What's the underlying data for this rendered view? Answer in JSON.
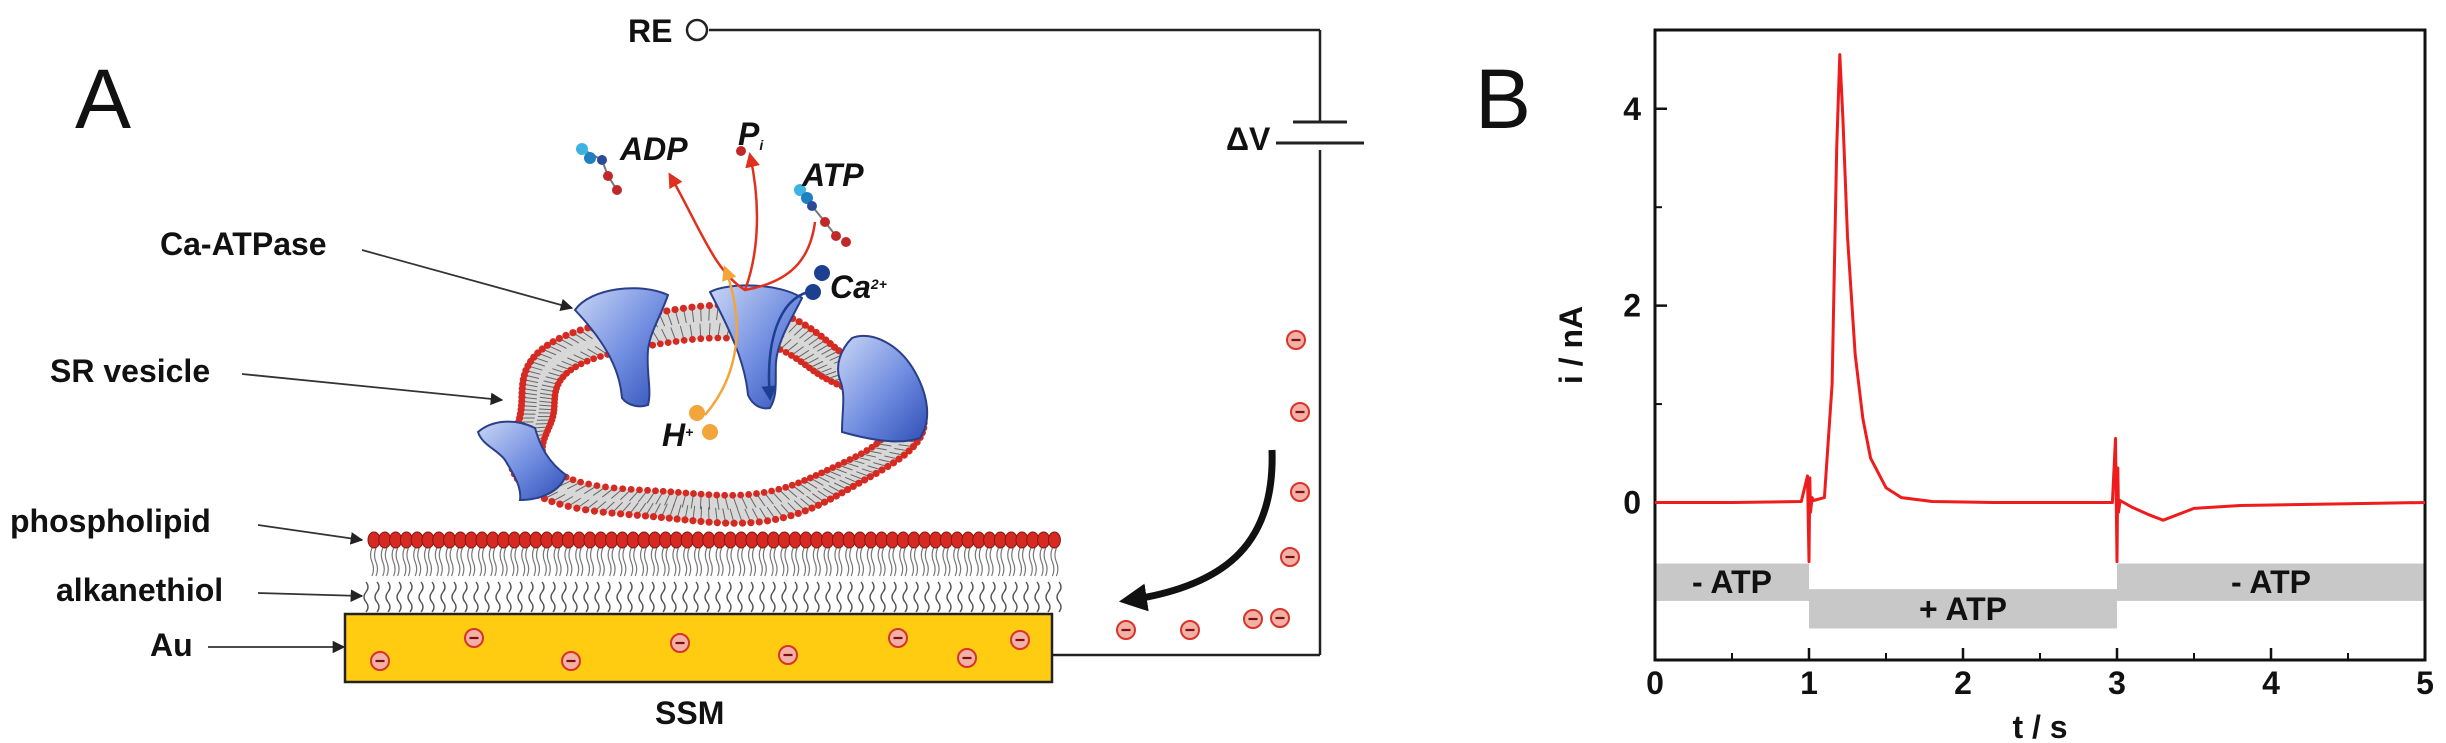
{
  "panel_a": {
    "panel_label": "A",
    "labels": {
      "re": "RE",
      "delta_v": "ΔV",
      "ca_atpase": "Ca-ATPase",
      "sr_vesicle": "SR vesicle",
      "phospholipid": "phospholipid",
      "alkanethiol": "alkanethiol",
      "au": "Au",
      "ssm": "SSM",
      "adp": "ADP",
      "pi": "P",
      "pi_sub": "i",
      "atp": "ATP",
      "ca": "Ca",
      "ca_sup": "2+",
      "h": "H",
      "h_sup": "+"
    }
  },
  "panel_b": {
    "panel_label": "B",
    "chart_data": {
      "type": "line",
      "xlabel": "t / s",
      "ylabel": "i / nA",
      "xlim": [
        0,
        5
      ],
      "ylim": [
        -1.6,
        4.8
      ],
      "x_ticks": [
        0,
        1,
        2,
        3,
        4,
        5
      ],
      "y_ticks": [
        0,
        2,
        4
      ],
      "grid": false,
      "series": [
        {
          "color": "#ee1c1c",
          "x": [
            0,
            0.5,
            0.95,
            0.99,
            1.0,
            1.005,
            1.01,
            1.02,
            1.03,
            1.1,
            1.15,
            1.18,
            1.2,
            1.22,
            1.25,
            1.3,
            1.35,
            1.4,
            1.5,
            1.6,
            1.8,
            2.2,
            2.6,
            2.97,
            2.99,
            3.0,
            3.005,
            3.01,
            3.02,
            3.1,
            3.2,
            3.3,
            3.5,
            3.8,
            4.2,
            4.6,
            5.0
          ],
          "values": [
            0,
            0,
            0.01,
            0.27,
            -0.6,
            0.25,
            -0.1,
            0.05,
            0.02,
            0.05,
            1.2,
            3.6,
            4.55,
            3.9,
            2.7,
            1.5,
            0.85,
            0.45,
            0.15,
            0.05,
            0.01,
            0,
            0,
            0,
            0.65,
            -0.6,
            0.35,
            -0.1,
            0.02,
            -0.05,
            -0.12,
            -0.18,
            -0.06,
            -0.03,
            -0.02,
            -0.01,
            0
          ]
        }
      ],
      "bands": [
        {
          "label": "- ATP",
          "x0": 0,
          "x1": 1,
          "level": "high"
        },
        {
          "label": "+ ATP",
          "x0": 1,
          "x1": 3,
          "level": "low"
        },
        {
          "label": "- ATP",
          "x0": 3,
          "x1": 5,
          "level": "high"
        }
      ]
    }
  },
  "colors": {
    "gold": "#ffcc11",
    "lipid_head": "#d42a22",
    "protein": "#4f6fd6",
    "protein_light": "#c9d6f5",
    "electron_fill": "#f3b1a6",
    "electron_stroke": "#d8332b",
    "trace": "#ee1c1c",
    "band": "#c8c8c8",
    "calcium": "#1c3f8f",
    "proton": "#f3a43a"
  }
}
